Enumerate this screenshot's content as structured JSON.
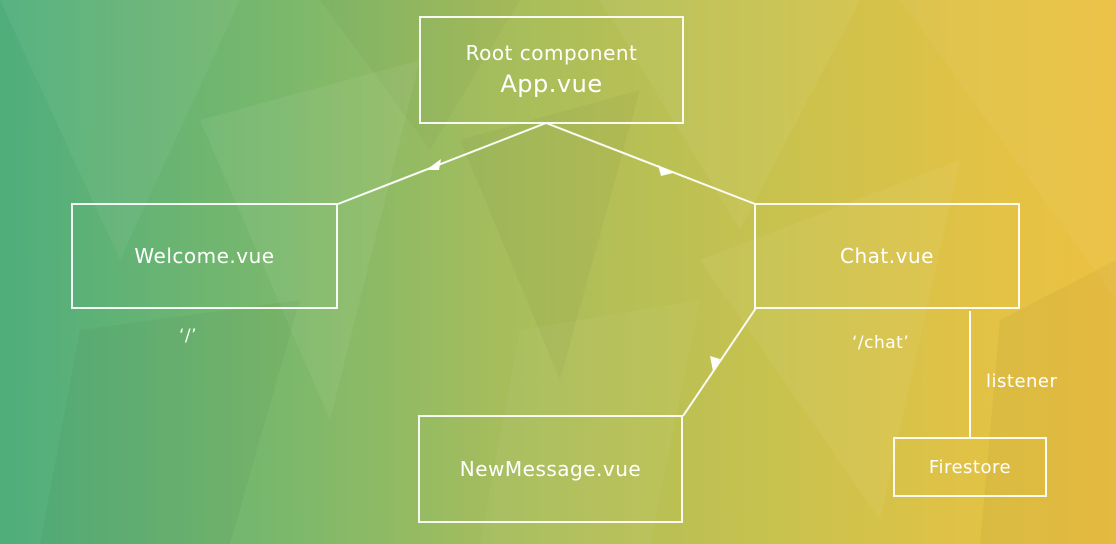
{
  "diagram": {
    "root": {
      "subtitle": "Root component",
      "title": "App.vue"
    },
    "nodes": {
      "welcome": "Welcome.vue",
      "chat": "Chat.vue",
      "new_message": "NewMessage.vue",
      "firestore": "Firestore"
    },
    "edge_labels": {
      "welcome_route": "‘/’",
      "chat_route": "‘/chat’",
      "listener": "listener"
    },
    "colors": {
      "gradient_start": "#4fae7c",
      "gradient_end": "#ecc142",
      "stroke": "#ffffff"
    }
  }
}
